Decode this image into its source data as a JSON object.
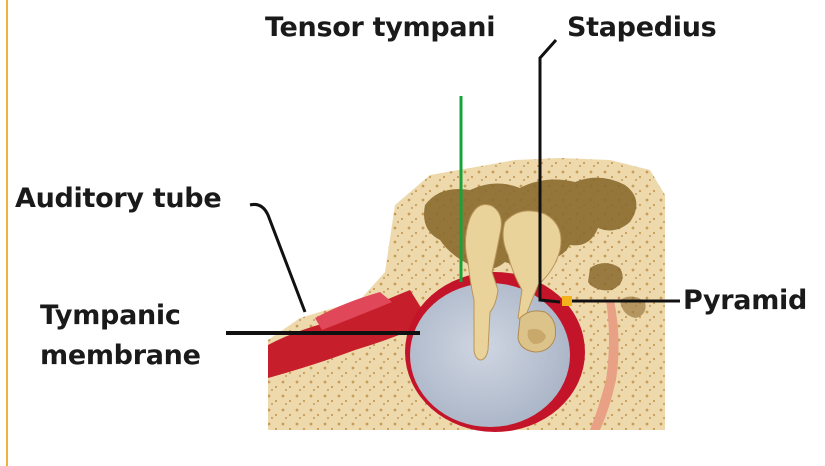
{
  "labels": {
    "tensor_tympani": "Tensor tympani",
    "stapedius": "Stapedius",
    "auditory_tube": "Auditory tube",
    "tympanic_line1": "Tympanic",
    "tympanic_line2": "membrane",
    "pyramid": "Pyramid"
  },
  "colors": {
    "bone": "#eed9ad",
    "bone_dots": "#c79c57",
    "cavity": "#8a6a2e",
    "membrane": "#b9c3d3",
    "membrane_rim": "#c4142a",
    "tube": "#c61e2a",
    "ossicle": "#ead39a",
    "tensor_line": "#16a33a",
    "pointer": "#111111",
    "pyramid_mark": "#f3b21c",
    "nerve": "#e8a184"
  }
}
